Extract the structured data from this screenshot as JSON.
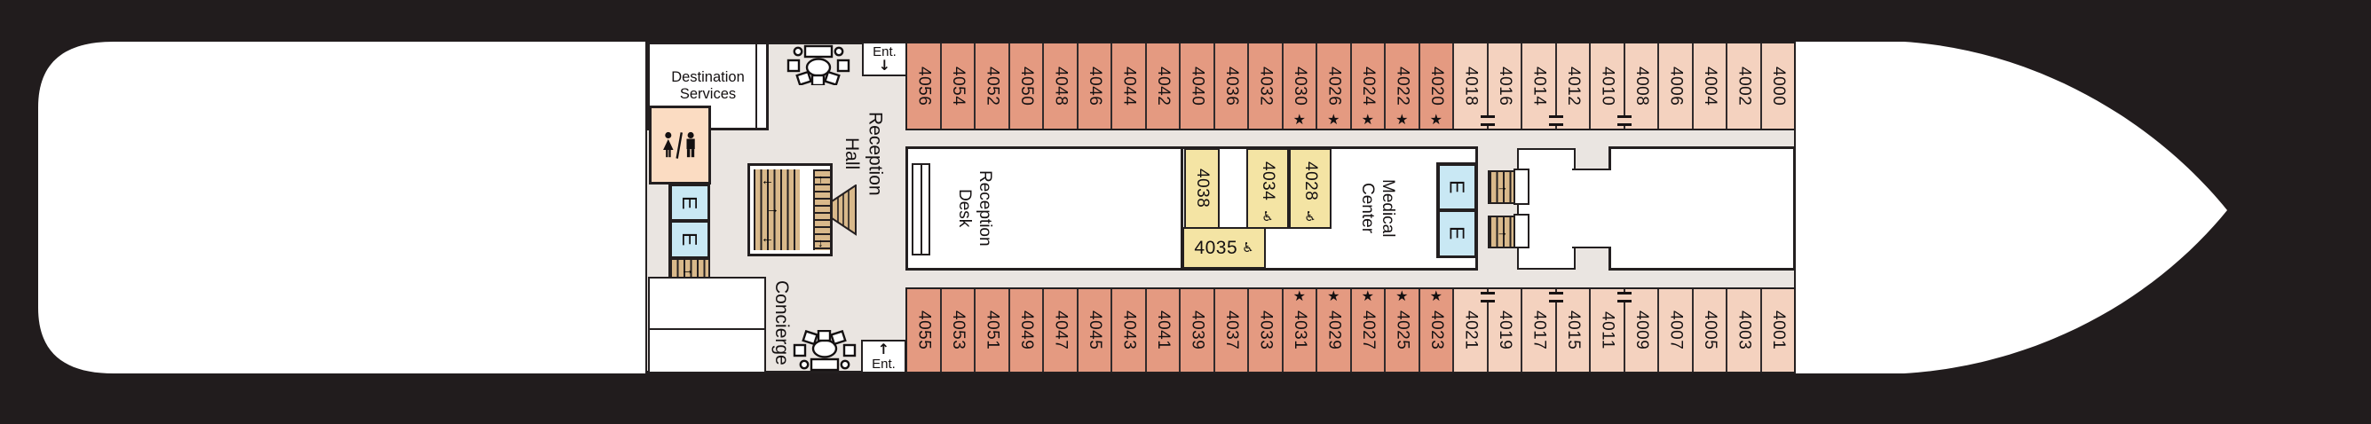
{
  "symbols": {
    "star": "★",
    "accessible": "♿",
    "arrow_down": "↓",
    "arrow_up": "↑",
    "arrow_left": "←",
    "arrow_right": "→"
  },
  "colors": {
    "background": "#211c1d",
    "hull": "#ffffff",
    "deck": "#eae5e1",
    "cabin_dark_salmon": "#e49a81",
    "cabin_light_peach": "#f4d2bf",
    "cabin_yellow": "#f4e4a4",
    "elevator_blue": "#c9e8f4",
    "stair_tan": "#d9b98b",
    "restroom_peach": "#fbdcc2",
    "line": "#231f20"
  },
  "rooms": {
    "destination_services": "Destination\nServices",
    "reception_hall": "Reception\nHall",
    "reception_desk": "Reception\nDesk",
    "medical_center": "Medical\nCenter",
    "concierge": "Concierge"
  },
  "entrances": {
    "top": {
      "label": "Ent.",
      "arrow": "↓"
    },
    "bottom": {
      "label": "Ent.",
      "arrow": "↑"
    }
  },
  "elevator_letter": "E",
  "cabins": {
    "top_row": [
      {
        "n": "4056",
        "tier": "dark"
      },
      {
        "n": "4054",
        "tier": "dark"
      },
      {
        "n": "4052",
        "tier": "dark"
      },
      {
        "n": "4050",
        "tier": "dark"
      },
      {
        "n": "4048",
        "tier": "dark"
      },
      {
        "n": "4046",
        "tier": "dark"
      },
      {
        "n": "4044",
        "tier": "dark"
      },
      {
        "n": "4042",
        "tier": "dark"
      },
      {
        "n": "4040",
        "tier": "dark"
      },
      {
        "n": "4036",
        "tier": "dark"
      },
      {
        "n": "4032",
        "tier": "dark"
      },
      {
        "n": "4030",
        "tier": "dark",
        "star": true
      },
      {
        "n": "4026",
        "tier": "dark",
        "star": true
      },
      {
        "n": "4024",
        "tier": "dark",
        "star": true
      },
      {
        "n": "4022",
        "tier": "dark",
        "star": true
      },
      {
        "n": "4020",
        "tier": "dark",
        "star": true
      },
      {
        "n": "4018",
        "tier": "light",
        "connect_right": true
      },
      {
        "n": "4016",
        "tier": "light"
      },
      {
        "n": "4014",
        "tier": "light",
        "connect_right": true
      },
      {
        "n": "4012",
        "tier": "light"
      },
      {
        "n": "4010",
        "tier": "light",
        "connect_right": true
      },
      {
        "n": "4008",
        "tier": "light"
      },
      {
        "n": "4006",
        "tier": "light"
      },
      {
        "n": "4004",
        "tier": "light"
      },
      {
        "n": "4002",
        "tier": "light"
      },
      {
        "n": "4000",
        "tier": "light"
      }
    ],
    "bottom_row": [
      {
        "n": "4055",
        "tier": "dark"
      },
      {
        "n": "4053",
        "tier": "dark"
      },
      {
        "n": "4051",
        "tier": "dark"
      },
      {
        "n": "4049",
        "tier": "dark"
      },
      {
        "n": "4047",
        "tier": "dark"
      },
      {
        "n": "4045",
        "tier": "dark"
      },
      {
        "n": "4043",
        "tier": "dark"
      },
      {
        "n": "4041",
        "tier": "dark"
      },
      {
        "n": "4039",
        "tier": "dark"
      },
      {
        "n": "4037",
        "tier": "dark"
      },
      {
        "n": "4033",
        "tier": "dark"
      },
      {
        "n": "4031",
        "tier": "dark",
        "star": true
      },
      {
        "n": "4029",
        "tier": "dark",
        "star": true
      },
      {
        "n": "4027",
        "tier": "dark",
        "star": true
      },
      {
        "n": "4025",
        "tier": "dark",
        "star": true
      },
      {
        "n": "4023",
        "tier": "dark",
        "star": true
      },
      {
        "n": "4021",
        "tier": "light",
        "connect_right": true
      },
      {
        "n": "4019",
        "tier": "light"
      },
      {
        "n": "4017",
        "tier": "light",
        "connect_right": true
      },
      {
        "n": "4015",
        "tier": "light"
      },
      {
        "n": "4011",
        "tier": "light",
        "connect_right": true
      },
      {
        "n": "4009",
        "tier": "light"
      },
      {
        "n": "4007",
        "tier": "light"
      },
      {
        "n": "4005",
        "tier": "light"
      },
      {
        "n": "4003",
        "tier": "light"
      },
      {
        "n": "4001",
        "tier": "light"
      }
    ],
    "middle": [
      {
        "n": "4038"
      },
      {
        "n": "4034",
        "accessible": true
      },
      {
        "n": "4028",
        "accessible": true
      },
      {
        "n": "4035",
        "accessible": true
      }
    ],
    "connecting_pairs": [
      "4018-4016",
      "4014-4012",
      "4010-4008",
      "4021-4019",
      "4017-4015",
      "4011-4009"
    ]
  }
}
